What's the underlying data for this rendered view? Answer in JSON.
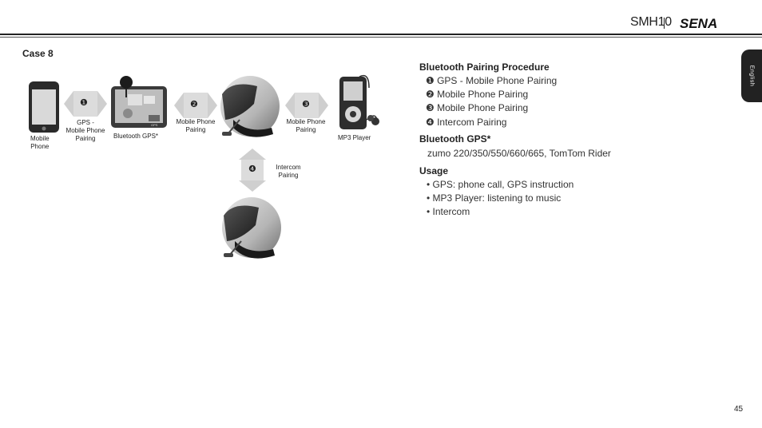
{
  "header": {
    "title": "SMH10",
    "logo": "SENA"
  },
  "side_tab": "English",
  "case_title": "Case 8",
  "diagram": {
    "devices": {
      "phone": "Mobile\nPhone",
      "gps": "Bluetooth GPS*",
      "mp3": "MP3 Player",
      "gps_screen_text": "GPS"
    },
    "links": [
      {
        "num": "❶",
        "label": "GPS -\nMobile Phone\nPairing"
      },
      {
        "num": "❷",
        "label": "Mobile Phone\nPairing"
      },
      {
        "num": "❸",
        "label": "Mobile Phone\nPairing"
      },
      {
        "num": "❹",
        "label": "Intercom\nPairing"
      }
    ]
  },
  "right": {
    "procedure_heading": "Bluetooth Pairing Procedure",
    "procedure_items": [
      "❶ GPS - Mobile Phone Pairing",
      "❷ Mobile Phone Pairing",
      "❸ Mobile Phone Pairing",
      "❹ Intercom Pairing"
    ],
    "gps_heading": "Bluetooth GPS*",
    "gps_text": "zumo 220/350/550/660/665, TomTom Rider",
    "usage_heading": "Usage",
    "usage_items": [
      "• GPS: phone call, GPS instruction",
      "• MP3 Player: listening to music",
      "• Intercom"
    ]
  },
  "page_number": "45"
}
